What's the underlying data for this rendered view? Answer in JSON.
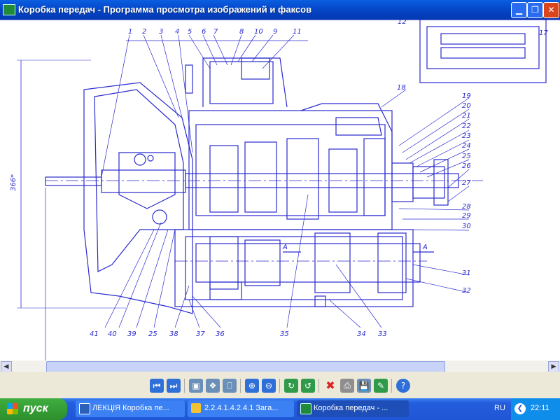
{
  "window": {
    "title": "Коробка передач - Программа просмотра изображений и факсов",
    "min_icon": "minimize-icon",
    "max_icon": "maximize-icon",
    "close_icon": "close-icon"
  },
  "drawing": {
    "dimension_label": "366*",
    "section_label": "A",
    "callouts_top": [
      "1",
      "2",
      "3",
      "4",
      "5",
      "6",
      "7",
      "8",
      "10",
      "9",
      "11"
    ],
    "callouts_right": [
      "18",
      "19",
      "20",
      "21",
      "22",
      "23",
      "24",
      "25",
      "26",
      "27",
      "28",
      "29",
      "30",
      "31",
      "32"
    ],
    "callouts_bottom": [
      "41",
      "40",
      "39",
      "25",
      "38",
      "37",
      "36",
      "35",
      "34",
      "33"
    ],
    "inset_callouts": [
      "12",
      "17"
    ]
  },
  "toolbar": {
    "buttons": [
      "previous-image",
      "next-image",
      "best-fit",
      "actual-size",
      "slideshow",
      "zoom-in",
      "zoom-out",
      "rotate-clockwise",
      "rotate-counterclockwise",
      "delete",
      "print",
      "save",
      "edit",
      "help"
    ]
  },
  "taskbar": {
    "start_label": "пуск",
    "tasks": [
      {
        "label": "ЛЕКЦІЯ Коробка пе...",
        "icon": "word-doc-icon"
      },
      {
        "label": "2.2.4.1.4.2.4.1 Загa...",
        "icon": "folder-icon"
      },
      {
        "label": "Коробка передач - ...",
        "icon": "image-viewer-icon"
      }
    ],
    "language": "RU",
    "clock": "22:11"
  },
  "colors": {
    "drawing_line": "#2a2ad0",
    "titlebar": "#0545c8",
    "taskbar": "#245edc",
    "start": "#2c8f2c"
  }
}
